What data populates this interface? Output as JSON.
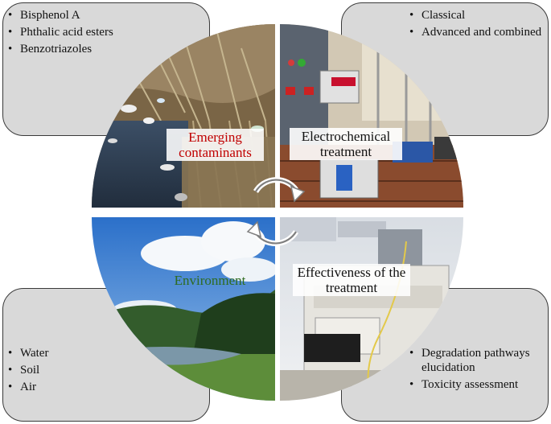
{
  "quadrants": {
    "top_left": {
      "label": "Emerging contaminants",
      "items": [
        "Bisphenol A",
        "Phthalic acid esters",
        "Benzotriazoles"
      ]
    },
    "top_right": {
      "label": "Electrochemical treatment",
      "items": [
        "Classical",
        "Advanced and combined"
      ]
    },
    "bottom_left": {
      "label": "Environment",
      "items": [
        "Water",
        "Soil",
        "Air"
      ]
    },
    "bottom_right": {
      "label": "Effectiveness of the treatment",
      "items": [
        "Degradation pathways elucidation",
        "Toxicity assessment"
      ]
    }
  },
  "colors": {
    "emerging_contaminants_label": "#c00000",
    "environment_label": "#2e6b20",
    "box_fill": "#d9d9d9",
    "box_border": "#3a3a3a"
  },
  "icons": {
    "center": "circular-arrows-icon",
    "top_left_photo": "polluted-water-photo",
    "top_right_photo": "lab-electrochemical-setup-photo",
    "bottom_left_photo": "mountain-lake-landscape-photo",
    "bottom_right_photo": "analytical-instrument-photo"
  }
}
